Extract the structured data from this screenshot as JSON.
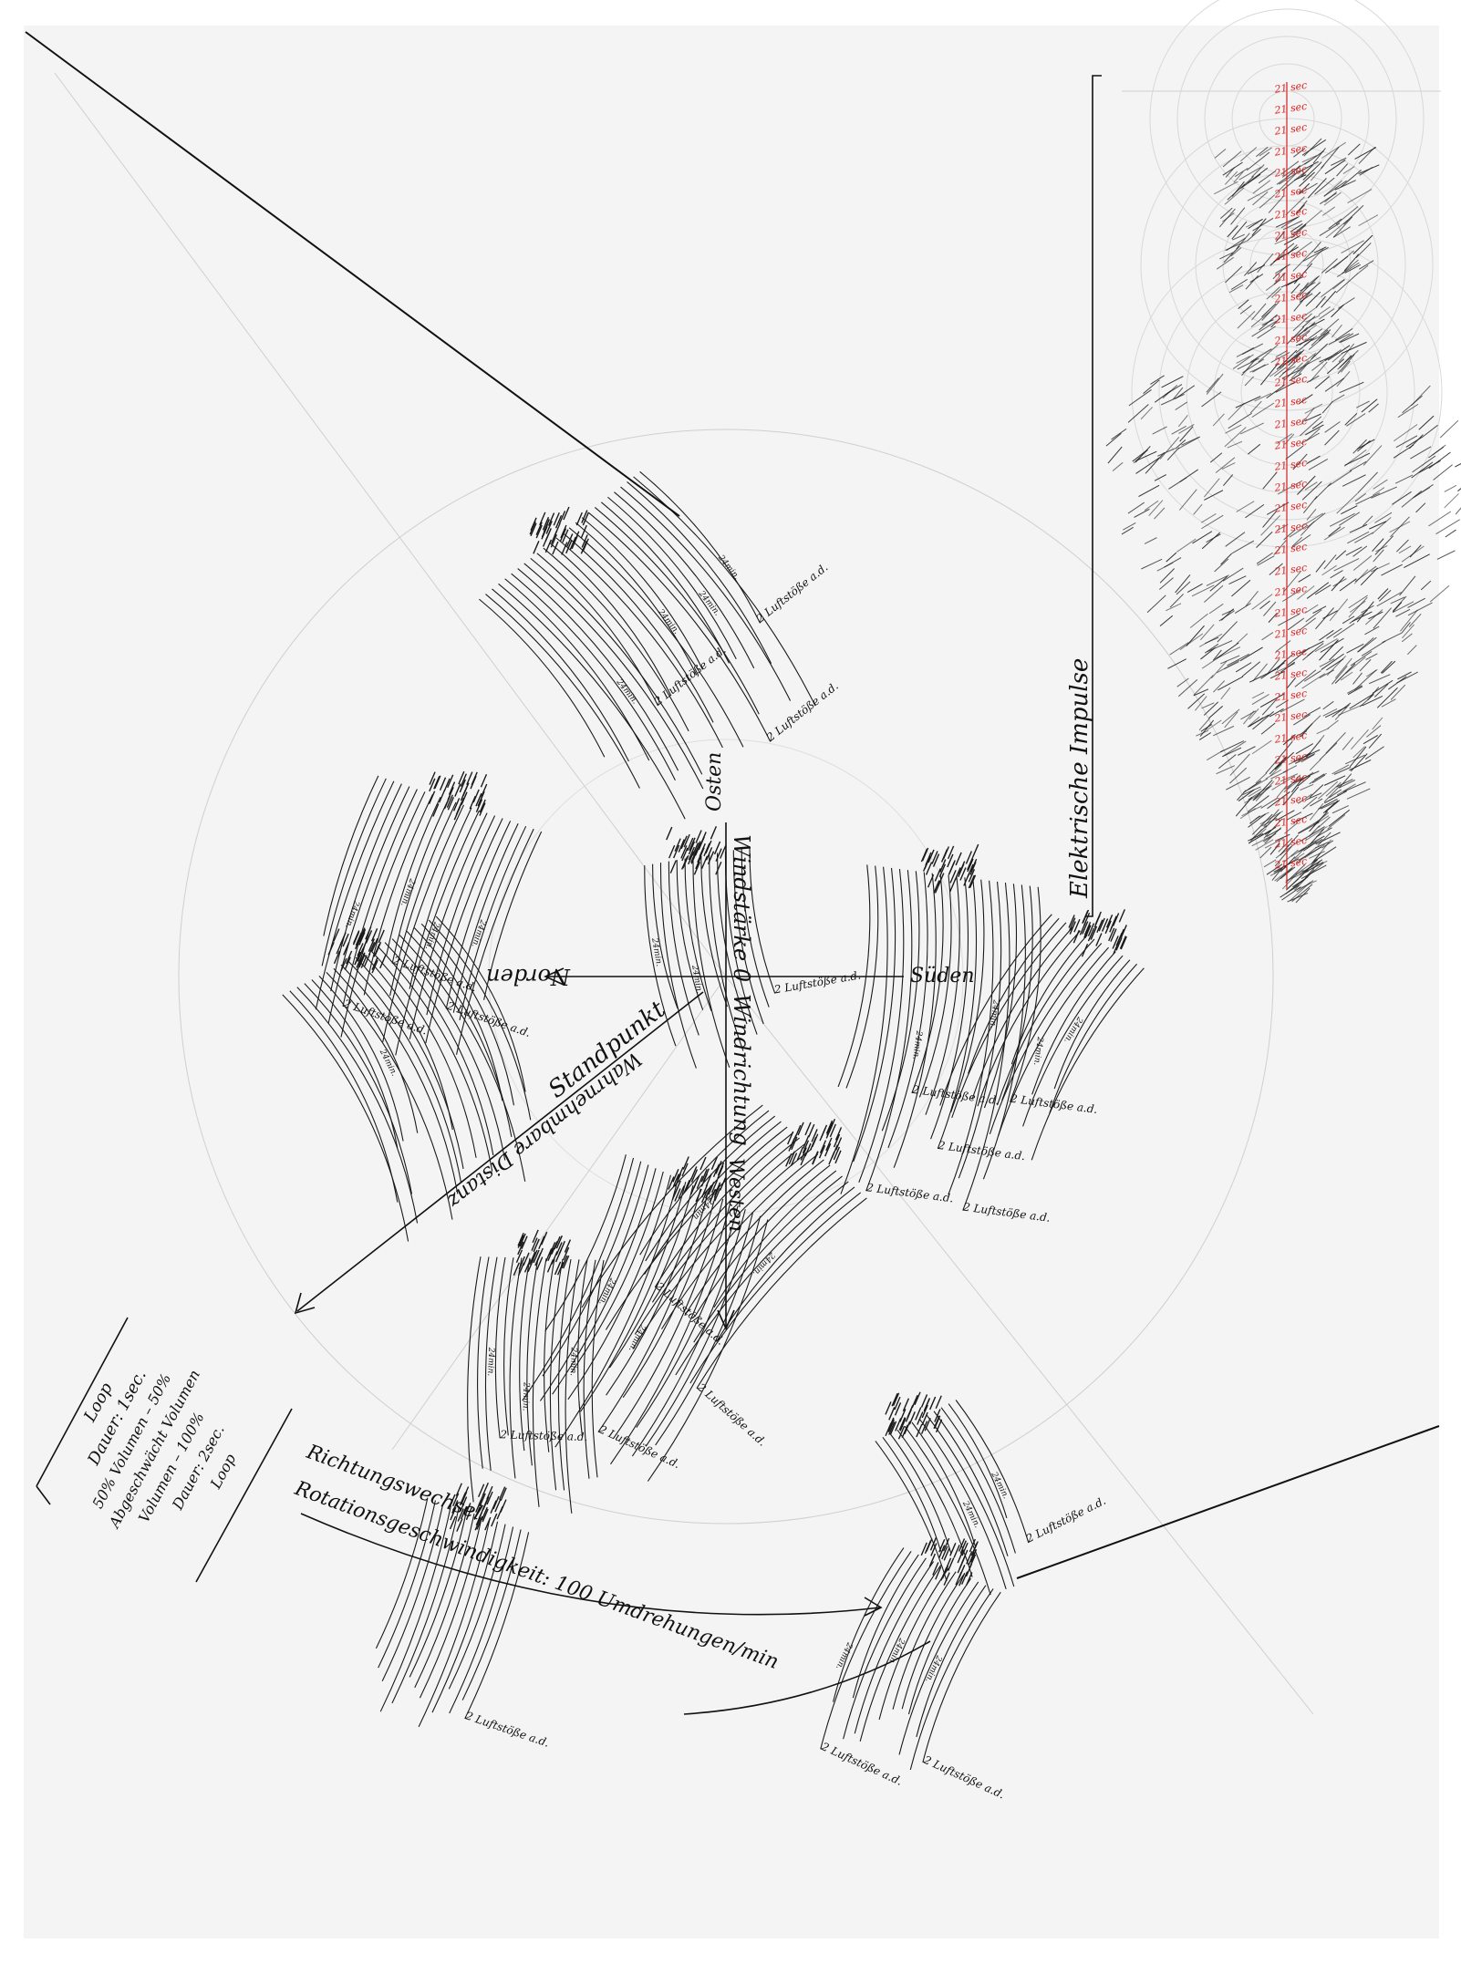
{
  "labels": {
    "electric_impulses": "Elektrische Impulse",
    "north": "Norden",
    "east": "Osten",
    "south": "Süden",
    "west": "Westen",
    "standpoint": "Standpunkt",
    "wind_strength": "Windstärke 0",
    "wind_direction": "Windrichtung",
    "distance": "Wahrnehmbare Distanz",
    "rotation_change": "Richtungswechsel",
    "rotation_speed": "Rotationsgeschwindigkeit: 100 Umdrehungen/min"
  },
  "legend": {
    "loop_1": "Loop",
    "duration_1": "Dauer: 1sec.",
    "volume_1": "50% Volumen – 50%",
    "volume_2": "Abgeschwächt Volumen",
    "volume_3": "Volumen – 100%",
    "duration_2": "Dauer: 2sec.",
    "loop_2": "Loop"
  },
  "annotations": {
    "stroke_label": "2 Luftstöße a.d.",
    "time_label": "24min.",
    "red_label": "21 sec"
  },
  "colors": {
    "ink": "#111111",
    "accent": "#d42020",
    "guide": "#c8c8c8",
    "paper": "#f4f4f4"
  }
}
